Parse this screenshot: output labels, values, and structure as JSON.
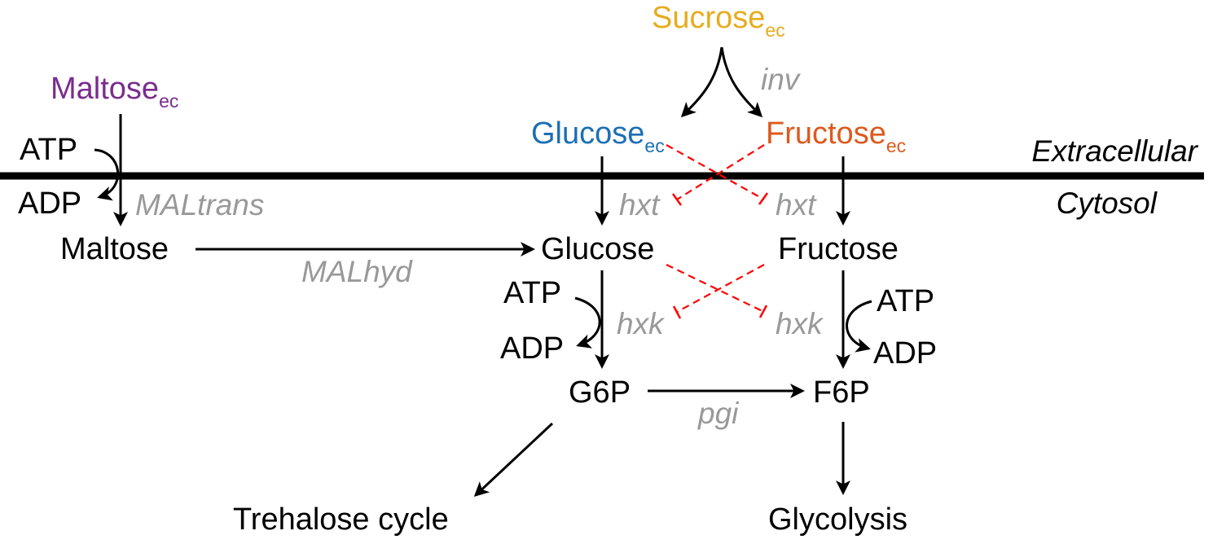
{
  "colors": {
    "sucrose": "#e6ac1e",
    "maltose": "#7a2c8e",
    "glucose_ec": "#1b6fb5",
    "fructose_ec": "#dc5a1e",
    "enzyme": "#999999",
    "inhibition": "#ff0000",
    "default": "#000000"
  },
  "extracellular": {
    "sucrose": {
      "name": "Sucrose",
      "sub": "ec"
    },
    "maltose": {
      "name": "Maltose",
      "sub": "ec"
    },
    "glucose": {
      "name": "Glucose",
      "sub": "ec"
    },
    "fructose": {
      "name": "Fructose",
      "sub": "ec"
    }
  },
  "compartments": {
    "outside": "Extracellular",
    "inside": "Cytosol"
  },
  "metabolites": {
    "maltose": "Maltose",
    "glucose": "Glucose",
    "fructose": "Fructose",
    "g6p": "G6P",
    "f6p": "F6P",
    "trehalose": "Trehalose cycle",
    "glycolysis": "Glycolysis"
  },
  "cofactors": {
    "atp": "ATP",
    "adp": "ADP"
  },
  "enzymes": {
    "inv": "inv",
    "maltrans": "MALtrans",
    "malhyd": "MALhyd",
    "hxt": "hxt",
    "hxk": "hxk",
    "pgi": "pgi"
  }
}
